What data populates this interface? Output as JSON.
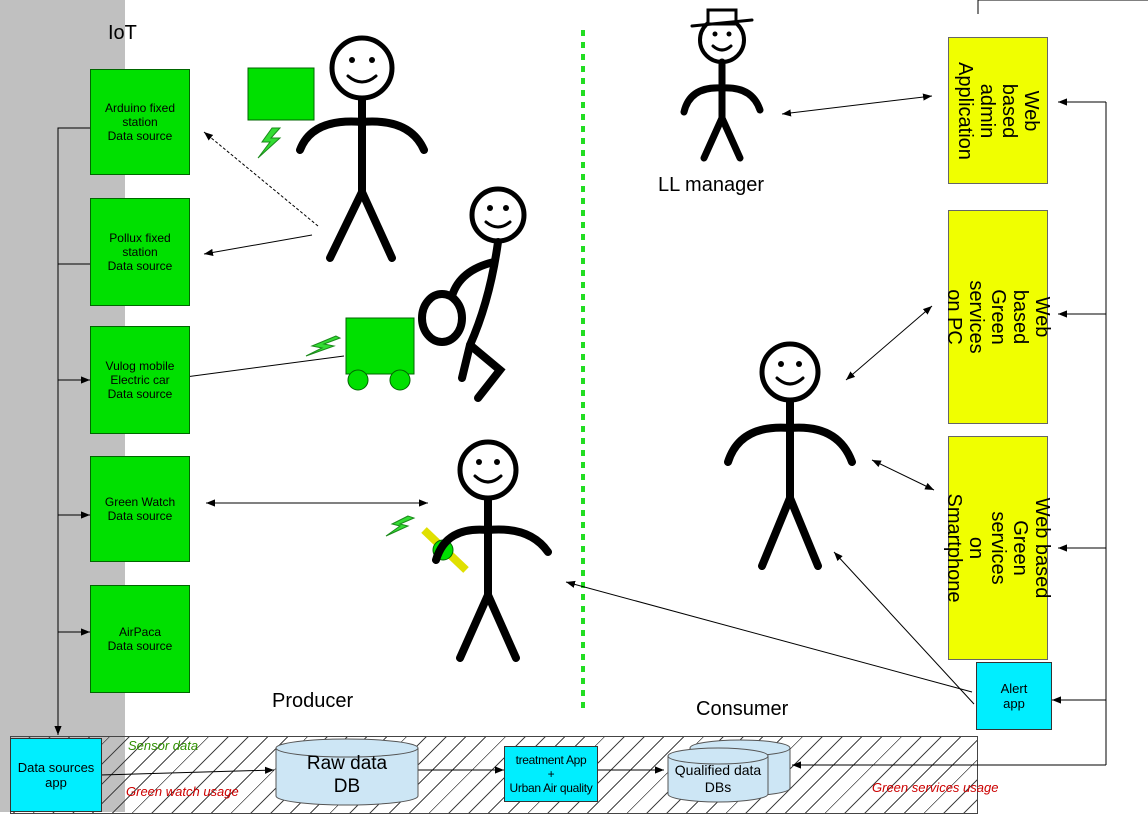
{
  "iot": {
    "title": "IoT"
  },
  "sources": [
    {
      "label": "Arduino fixed\nstation\nData source"
    },
    {
      "label": "Pollux fixed\nstation\nData source"
    },
    {
      "label": "Vulog mobile\nElectric car\nData source"
    },
    {
      "label": "Green Watch\nData source"
    },
    {
      "label": "AirPaca\nData source"
    }
  ],
  "data_sources_app": "Data sources\napp",
  "raw_db": "Raw data\nDB",
  "treatment_app": "treatment App\n+\nUrban Air quality",
  "qualified_db": "Qualified data\nDBs",
  "alert_app": "Alert\napp",
  "web_apps": [
    {
      "label": "Web based\nadmin\nApplication"
    },
    {
      "label": "Web based\nGreen services\non PC"
    },
    {
      "label": "Web based\nGreen services\non Smartphone"
    }
  ],
  "labels": {
    "producer": "Producer",
    "consumer": "Consumer",
    "ll_manager": "LL manager",
    "sensor_data": "Sensor data",
    "green_watch_usage": "Green watch usage",
    "green_services_usage": "Green services usage"
  },
  "colors": {
    "source_box": "#00e000",
    "web_app": "#f0ff00",
    "app_box": "#00eeff",
    "database": "#cde6f5",
    "divider": "#22dd22"
  }
}
